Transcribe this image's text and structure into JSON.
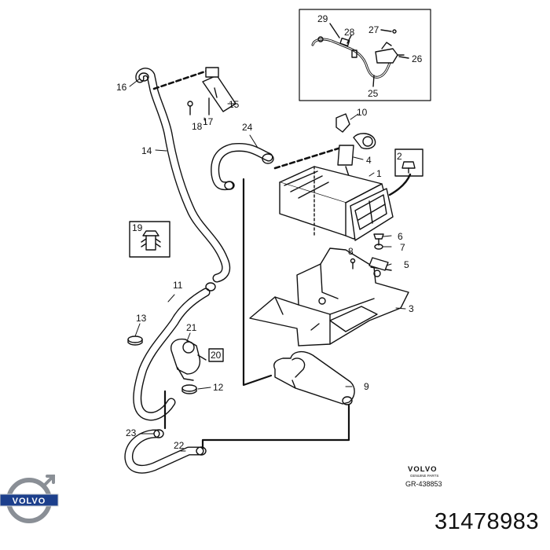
{
  "callouts": [
    {
      "id": "1",
      "text": "1"
    },
    {
      "id": "2",
      "text": "2"
    },
    {
      "id": "3",
      "text": "3"
    },
    {
      "id": "4",
      "text": "4"
    },
    {
      "id": "5",
      "text": "5"
    },
    {
      "id": "6",
      "text": "6"
    },
    {
      "id": "7",
      "text": "7"
    },
    {
      "id": "8",
      "text": "8"
    },
    {
      "id": "9",
      "text": "9"
    },
    {
      "id": "10",
      "text": "10"
    },
    {
      "id": "11",
      "text": "11"
    },
    {
      "id": "12",
      "text": "12"
    },
    {
      "id": "13",
      "text": "13"
    },
    {
      "id": "14",
      "text": "14"
    },
    {
      "id": "15",
      "text": "15"
    },
    {
      "id": "16",
      "text": "16"
    },
    {
      "id": "17",
      "text": "17"
    },
    {
      "id": "18",
      "text": "18"
    },
    {
      "id": "19",
      "text": "19"
    },
    {
      "id": "20",
      "text": "20"
    },
    {
      "id": "21",
      "text": "21"
    },
    {
      "id": "22",
      "text": "22"
    },
    {
      "id": "23",
      "text": "23"
    },
    {
      "id": "24",
      "text": "24"
    },
    {
      "id": "25",
      "text": "25"
    },
    {
      "id": "26",
      "text": "26"
    },
    {
      "id": "27",
      "text": "27"
    },
    {
      "id": "28",
      "text": "28"
    },
    {
      "id": "29",
      "text": "29"
    }
  ],
  "brand": {
    "wordmark": "VOLVO",
    "genuine_parts": "GENUINE PARTS",
    "drawing_ref": "GR-438853",
    "logo_text": "VOLVO"
  },
  "part_number": "31478983",
  "colors": {
    "ink": "#111111",
    "logo_ring": "#8a8f96",
    "logo_bar": "#1c3f8c"
  }
}
